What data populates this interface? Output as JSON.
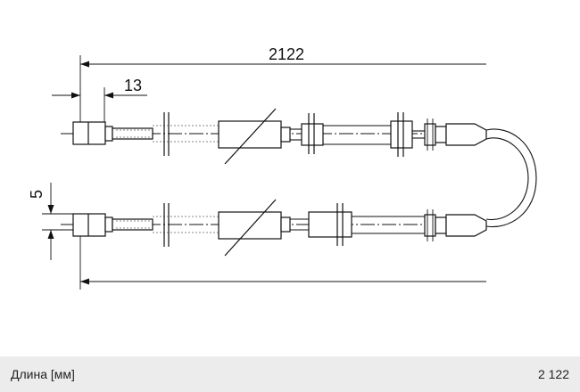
{
  "dimensions": {
    "overall_length": "2122",
    "end_fitting": "13",
    "offset": "5"
  },
  "footer": {
    "label": "Длина [мм]",
    "value": "2 122"
  }
}
